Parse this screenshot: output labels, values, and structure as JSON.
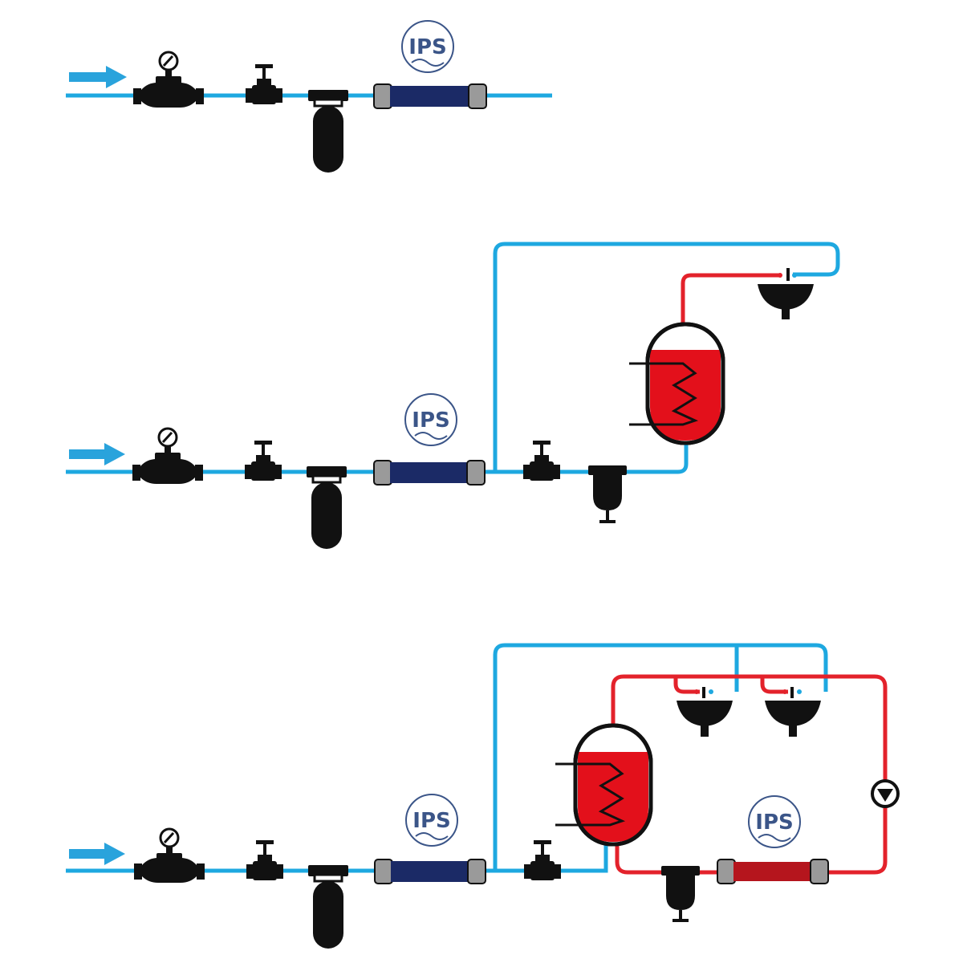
{
  "colors": {
    "cold_pipe": "#1ea8e0",
    "hot_pipe": "#e3222b",
    "hot_water": "#e3101b",
    "cold_conditioner_body": "#1b2a66",
    "hot_conditioner_body": "#b5151d",
    "fitting_gray": "#9a9a9a",
    "component_black": "#111111",
    "logo_blue": "#3b5588",
    "arrow_blue": "#29a3dc"
  },
  "logos": {
    "row1": "IPS",
    "row2": "IPS",
    "row3_cold": "IPS",
    "row3_hot": "IPS"
  },
  "icons": {
    "inflow": "arrow-right-icon",
    "meter": "water-meter-icon",
    "valve": "gate-valve-icon",
    "filter": "sediment-filter-icon",
    "conditioner": "scale-conditioner-icon",
    "boiler": "hot-water-cylinder-icon",
    "sink": "wash-basin-icon",
    "pump": "circulation-pump-icon"
  }
}
